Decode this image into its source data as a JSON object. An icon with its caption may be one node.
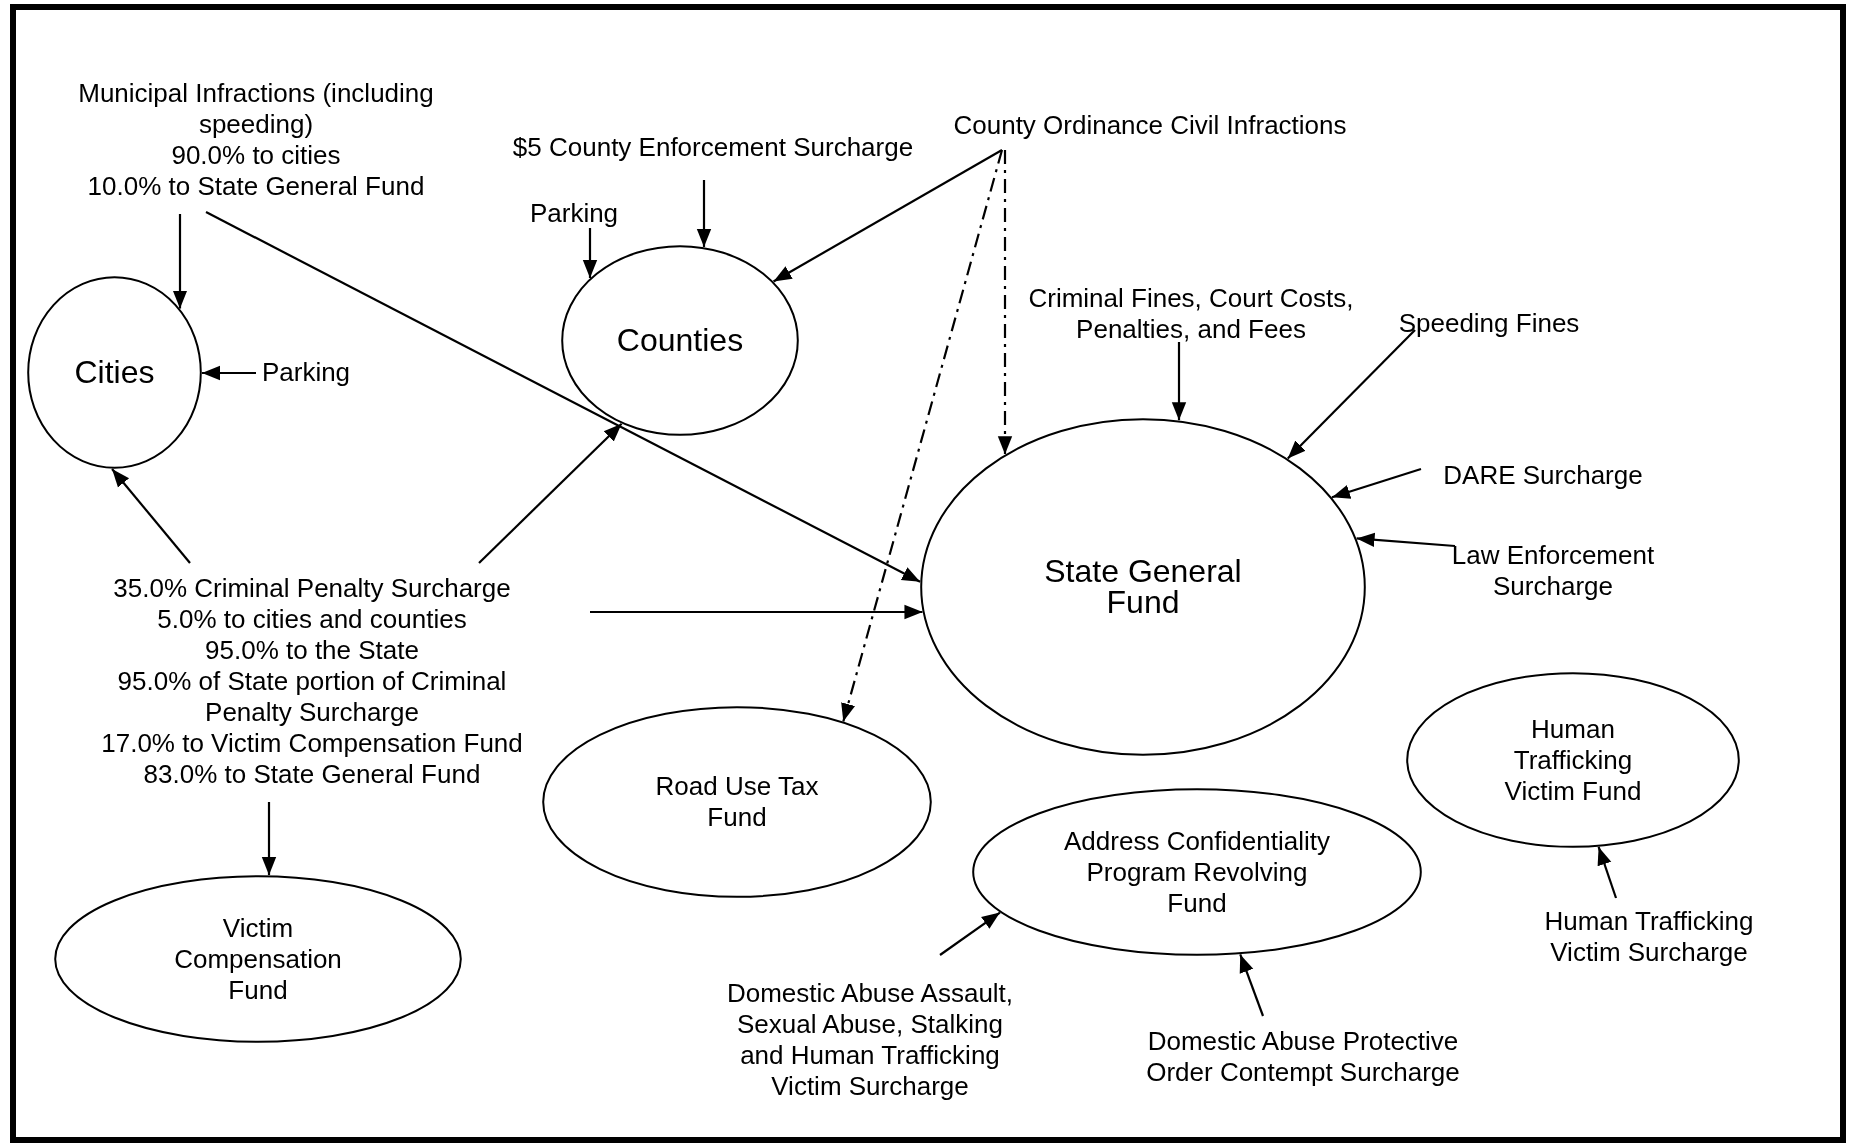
{
  "diagram": {
    "nodes": [
      {
        "text": [
          "Cities"
        ]
      },
      {
        "text": [
          "Counties"
        ]
      },
      {
        "text": [
          "State General Fund"
        ]
      },
      {
        "text": [
          "Road Use Tax Fund"
        ]
      },
      {
        "text": [
          "Victim Compensation Fund"
        ]
      },
      {
        "text": [
          "Address Confidentiality Program Revolving Fund"
        ]
      },
      {
        "text": [
          "Human Trafficking Victim Fund"
        ]
      },
      {
        "text": [
          "Municipal Infractions (including speeding)",
          "90.0% to cities",
          "10.0% to State General Fund"
        ]
      },
      {
        "text": [
          "$5 County Enforcement Surcharge"
        ]
      },
      {
        "text": [
          "County Ordinance Civil Infractions"
        ]
      },
      {
        "text": [
          "Parking"
        ]
      },
      {
        "text": [
          "Parking"
        ]
      },
      {
        "text": [
          "35.0% Criminal Penalty Surcharge",
          "5.0% to cities and counties",
          "95.0% to the State",
          "95.0% of State portion of Criminal Penalty Surcharge",
          "17.0% to Victim Compensation Fund",
          "83.0% to State General Fund"
        ]
      },
      {
        "text": [
          "Criminal Fines, Court Costs, Penalties, and Fees"
        ]
      },
      {
        "text": [
          "Speeding Fines"
        ]
      },
      {
        "text": [
          "DARE Surcharge"
        ]
      },
      {
        "text": [
          "Law Enforcement Surcharge"
        ]
      },
      {
        "text": [
          "Domestic Abuse Assault, Sexual Abuse, Stalking and Human Trafficking Victim Surcharge"
        ]
      },
      {
        "text": [
          "Domestic Abuse Protective Order Contempt Surcharge"
        ]
      },
      {
        "text": [
          "Human Trafficking Victim Surcharge"
        ]
      }
    ],
    "edges": [
      {
        "from": 7,
        "to": 0,
        "arrow": "to"
      },
      {
        "from": 7,
        "to": 2,
        "arrow": "to"
      },
      {
        "from": 8,
        "to": 1,
        "arrow": "to"
      },
      {
        "from": 10,
        "to": 1,
        "arrow": "to"
      },
      {
        "from": 11,
        "to": 0,
        "arrow": "to"
      },
      {
        "from": 9,
        "to": 1,
        "arrow": "to"
      },
      {
        "from": 9,
        "to": 3,
        "arrow": "to",
        "style": "dashed"
      },
      {
        "from": 9,
        "to": 2,
        "arrow": "to",
        "style": "dashed"
      },
      {
        "from": 12,
        "to": 0,
        "arrow": "to"
      },
      {
        "from": 12,
        "to": 1,
        "arrow": "to"
      },
      {
        "from": 12,
        "to": 2,
        "arrow": "to"
      },
      {
        "from": 12,
        "to": 4,
        "arrow": "to"
      },
      {
        "from": 13,
        "to": 2,
        "arrow": "to"
      },
      {
        "from": 14,
        "to": 2,
        "arrow": "to"
      },
      {
        "from": 15,
        "to": 2,
        "arrow": "to"
      },
      {
        "from": 16,
        "to": 2,
        "arrow": "to"
      },
      {
        "from": 17,
        "to": 5,
        "arrow": "to"
      },
      {
        "from": 18,
        "to": 5,
        "arrow": "to"
      },
      {
        "from": 19,
        "to": 6,
        "arrow": "to"
      }
    ]
  }
}
